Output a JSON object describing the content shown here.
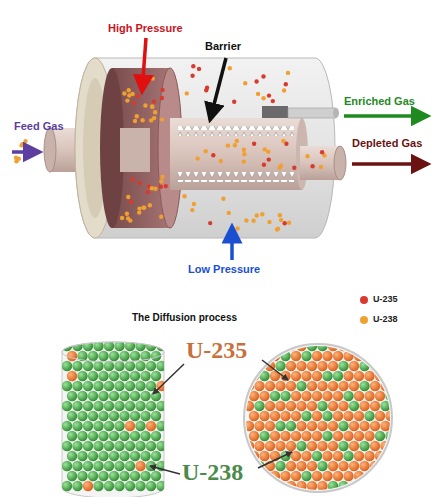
{
  "diagram": {
    "caption": "The Diffusion process",
    "labels": [
      "High Pressure",
      "Barrier",
      "Feed Gas",
      "Enriched Gas",
      "Depleted Gas",
      "Low Pressure",
      "U-235",
      "U-238"
    ],
    "legend": [
      {
        "text": "U-235",
        "color": "#d83a2e"
      },
      {
        "text": "U-238",
        "color": "#f0a030"
      }
    ]
  }
}
